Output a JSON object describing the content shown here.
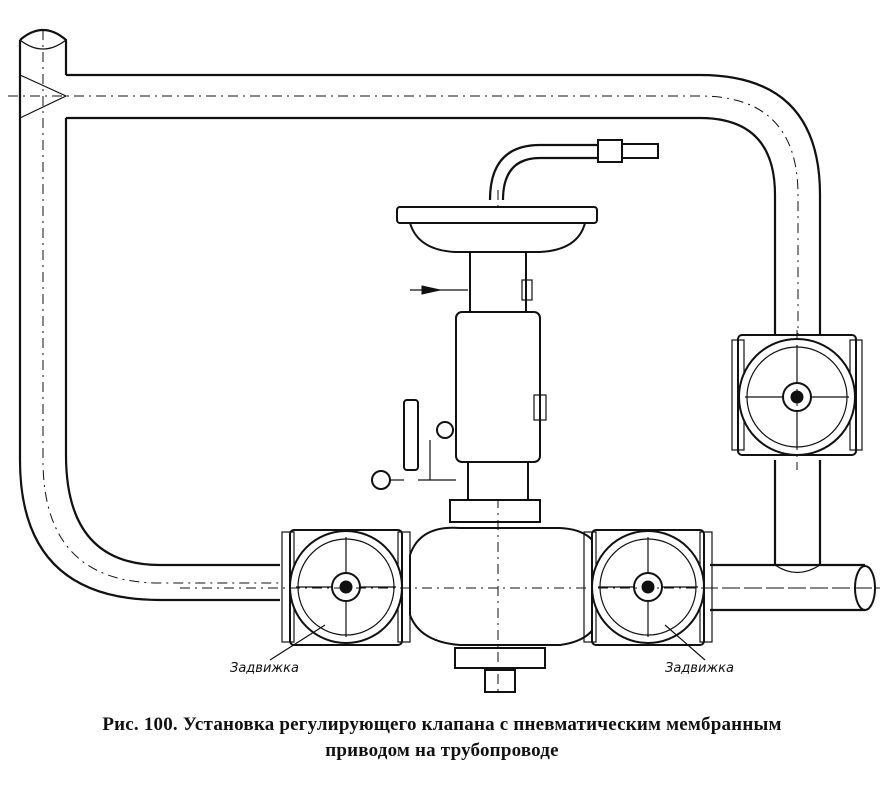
{
  "labels": {
    "valve_left": "Задвижка",
    "valve_right": "Задвижка"
  },
  "caption": {
    "line1": "Рис. 100. Установка регулирующего клапана с пневматическим мембранным",
    "line2": "приводом на трубопроводе"
  }
}
